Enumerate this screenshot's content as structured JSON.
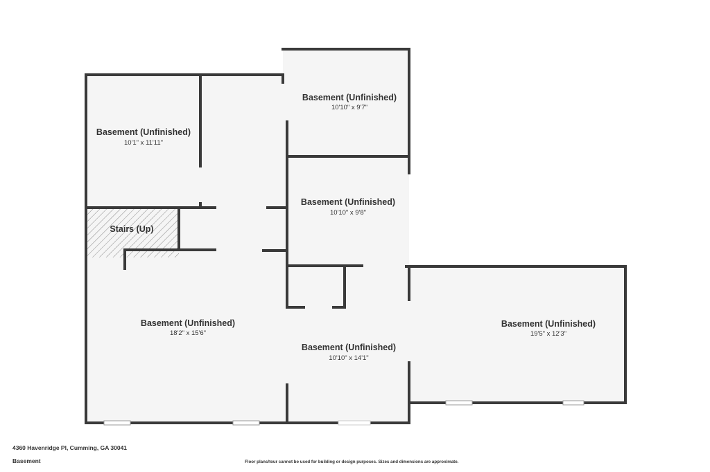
{
  "colors": {
    "wall": "#3a3a3a",
    "floor": "#f5f5f5",
    "background": "#ffffff",
    "text": "#333333"
  },
  "rooms": [
    {
      "name": "Basement (Unfinished)",
      "dimensions": "10'1\" x 11'11\""
    },
    {
      "name": "Basement (Unfinished)",
      "dimensions": "10'10\" x 9'7\""
    },
    {
      "name": "Basement (Unfinished)",
      "dimensions": "10'10\" x 9'8\""
    },
    {
      "name": "Stairs (Up)"
    },
    {
      "name": "Basement (Unfinished)",
      "dimensions": "18'2\" x 15'6\""
    },
    {
      "name": "Basement (Unfinished)",
      "dimensions": "10'10\" x 14'1\""
    },
    {
      "name": "Basement (Unfinished)",
      "dimensions": "19'5\" x 12'3\""
    }
  ],
  "footer": {
    "address": "4360 Havenridge Pl, Cumming, GA 30041",
    "level": "Basement",
    "disclaimer": "Floor plans/tour cannot be used for building or design purposes. Sizes and dimensions are approximate."
  }
}
